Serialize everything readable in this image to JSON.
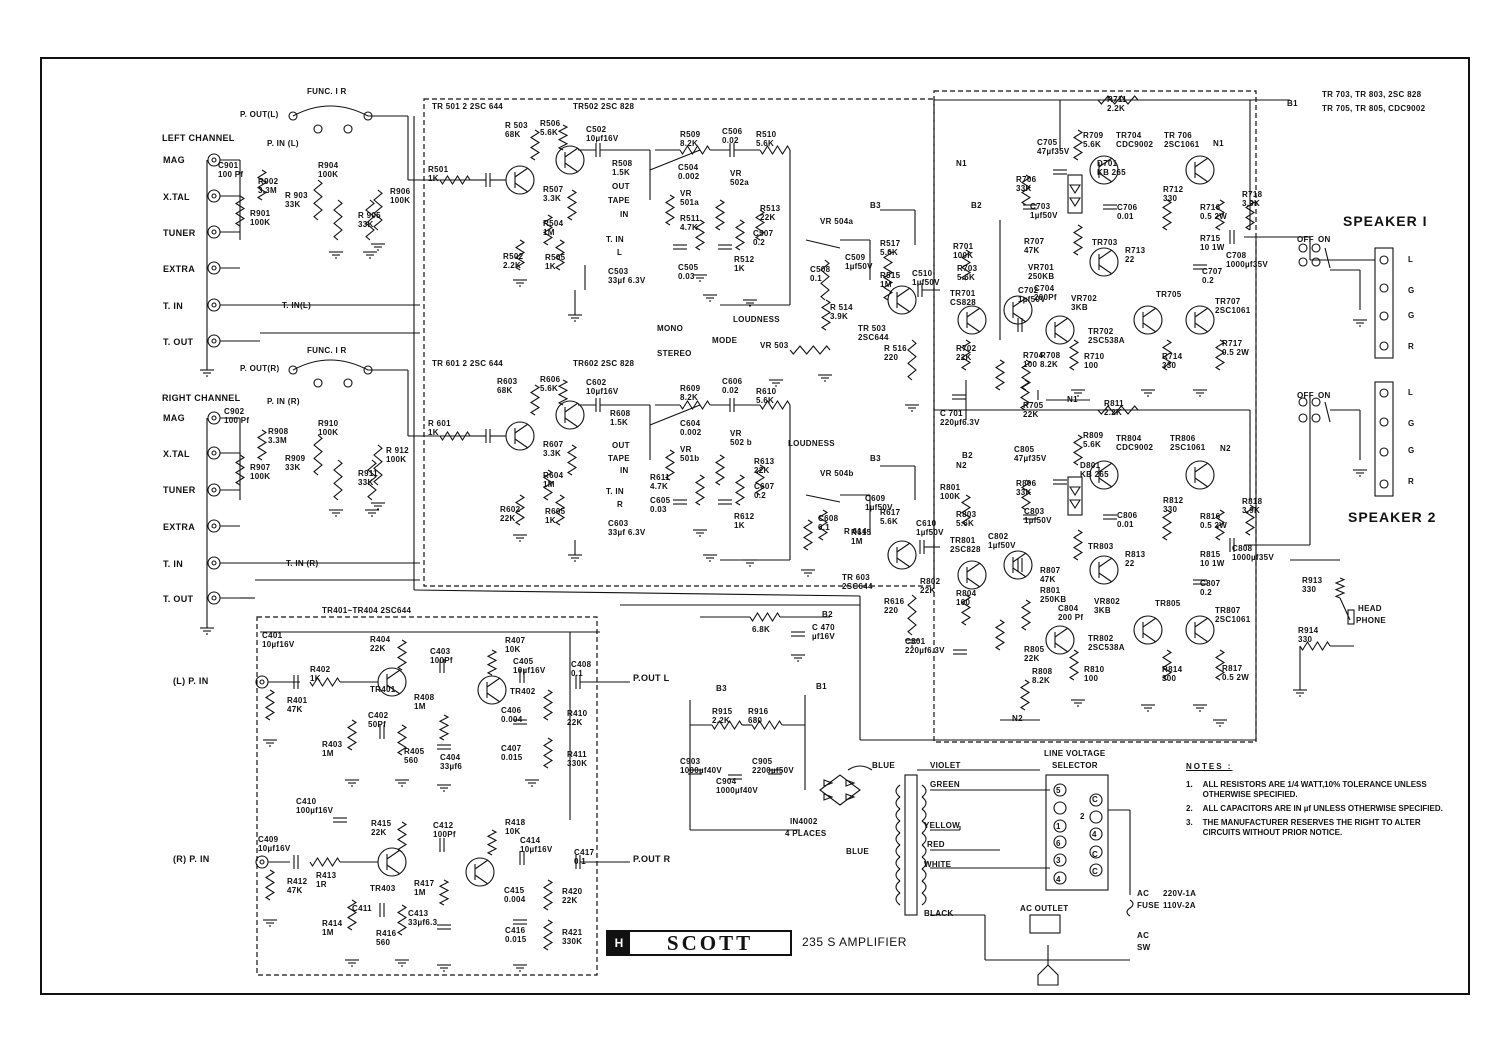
{
  "title": {
    "brand": "SCOTT",
    "brand_mark": "H",
    "model": "235 S  AMPLIFIER"
  },
  "transistor_note": {
    "line1": "TR 703, TR 803, 2SC 828",
    "line2": "TR 705, TR 805, CDC9002"
  },
  "speakers": {
    "speaker1": "SPEAKER  I",
    "speaker2": "SPEAKER  2",
    "terminals": [
      "L",
      "G",
      "G",
      "R"
    ],
    "off": "OFF",
    "on": "ON"
  },
  "headphone": {
    "label1": "HEAD",
    "label2": "PHONE"
  },
  "left_inputs": {
    "heading": "LEFT CHANNEL",
    "items": [
      "MAG",
      "X.TAL",
      "TUNER",
      "EXTRA",
      "T. IN",
      "T. OUT"
    ]
  },
  "right_inputs": {
    "heading": "RIGHT CHANNEL",
    "items": [
      "MAG",
      "X.TAL",
      "TUNER",
      "EXTRA",
      "T. IN",
      "T. OUT"
    ]
  },
  "func_labels": {
    "left": "FUNC. I R",
    "right": "FUNC. I R",
    "pout_l": "P. OUT(L)",
    "pout_r": "P. OUT(R)",
    "pin_l": "P. IN (L)",
    "pin_r": "P. IN (R)",
    "tin_l": "T. IN(L)",
    "tin_r": "T. IN (R)"
  },
  "mode": {
    "mono": "MONO",
    "stereo": "STEREO",
    "mode": "MODE"
  },
  "loudness": "LOUDNESS",
  "tape": {
    "out": "OUT",
    "tape": "TAPE",
    "in": "IN",
    "tin": "T. IN",
    "l": "L",
    "r": "R"
  },
  "sections": {
    "tr501": "TR 501 2  2SC 644",
    "tr502": "TR502 2SC 828",
    "tr601": "TR 601 2  2SC 644",
    "tr602": "TR602 2SC 828",
    "tr401": "TR401~TR404  2SC644"
  },
  "phono": {
    "lpin": "(L)  P. IN",
    "rpin": "(R)  P. IN",
    "lpout": "P.OUT L",
    "rpout": "P.OUT R"
  },
  "supply": {
    "b1": "B1",
    "b2": "B2",
    "b3": "B3",
    "n1": "N1",
    "n2": "N2",
    "diodes": "IN4002",
    "places": "4 PLACES",
    "ac_outlet": "AC OUTLET",
    "fuse": "FUSE",
    "fuse_220": "220V-1A",
    "fuse_110": "110V-2A",
    "ac": "AC",
    "sw": "SW"
  },
  "transformer": {
    "blue": "BLUE",
    "violet": "VIOLET",
    "green": "GREEN",
    "yellow": "YELLOW",
    "red": "RED",
    "white": "WHITE",
    "black": "BLACK"
  },
  "line_voltage": {
    "title1": "LINE VOLTAGE",
    "title2": "SELECTOR",
    "pins": [
      "5",
      "2",
      "1",
      "6",
      "3",
      "4"
    ],
    "c": "C"
  },
  "notes": {
    "heading": "NOTES :",
    "items": [
      {
        "n": "1.",
        "text": "ALL RESISTORS ARE 1/4 WATT,10% TOLERANCE UNLESS OTHERWISE SPECIFIED."
      },
      {
        "n": "2.",
        "text": "ALL CAPACITORS ARE IN µf UNLESS OTHERWISE SPECIFIED."
      },
      {
        "n": "3.",
        "text": "THE MANUFACTURER RESERVES THE RIGHT TO ALTER CIRCUITS WITHOUT PRIOR NOTICE."
      }
    ]
  },
  "components": {
    "r902": "R902\n3.3M",
    "r904": "R904\n100K",
    "r903": "R 903\n33K",
    "r905": "R 905\n33K",
    "r906": "R906\n100K",
    "r901": "R901\n100K",
    "c901": "C901\n100 Pf",
    "r908": "R908\n3.3M",
    "r910": "R910\n100K",
    "r909": "R909\n33K",
    "r911": "R911\n33K",
    "r912": "R 912\n100K",
    "r907": "R907\n100K",
    "c902": "C902\n100 Pf",
    "r501": "R501\n1K",
    "r503": "R 503\n68K",
    "r506": "R506\n5.6K",
    "r507": "R507\n3.3K",
    "r504": "R504\n1M",
    "r502": "R502\n2.2K",
    "r505": "R505\n1K",
    "c502": "C502\n10µf16V",
    "c503": "C503\n33µf 6.3V",
    "r508": "R508\n1.5K",
    "r601": "R 601\n1K",
    "r603": "R603\n68K",
    "r606": "R606\n5.6K",
    "r607": "R607\n3.3K",
    "r604": "R604\n1M",
    "r602": "R602\n22K",
    "r605": "R605\n1K",
    "c602": "C602\n10µf16V",
    "c603": "C603\n33µf 6.3V",
    "r608": "R608\n1.5K",
    "r509": "R509\n8.2K",
    "c506": "C506\n0.02",
    "r510": "R510\n5.6K",
    "c504": "C504\n0.002",
    "vr501a": "VR\n501a",
    "r511": "R511\n4.7K",
    "c505": "C505\n0.03",
    "vr502a": "VR\n502a",
    "r513": "R513\n22K",
    "c507": "C507\n0.2",
    "r512": "R512\n1K",
    "r609": "R609\n8.2K",
    "c606": "C606\n0.02",
    "r610": "R610\n5.6K",
    "c604": "C604\n0.002",
    "vr501b": "VR\n501b",
    "r611": "R611\n4.7K",
    "c605": "C605\n0.03",
    "vr502b": "VR\n502 b",
    "r613": "R613\n22K",
    "c607": "C607\n0.2",
    "r612": "R612\n1K",
    "vr504a": "VR 504a",
    "c508": "C508\n0.1",
    "c509": "C509\n1µf50V",
    "r514": "R 514\n3.9K",
    "vr503": "VR 503",
    "vr504b": "VR 504b",
    "c608": "C608\n0.1",
    "c609": "C609\n1µf50V",
    "r614": "R 614",
    "r517": "R517\n5.6K",
    "r515": "R515\n1M",
    "c510": "C510\n1µf50V",
    "tr503": "TR 503\n2SC644",
    "r516": "R 516\n220",
    "r617": "R617\n5.6K",
    "r615": "R615\n1M",
    "c610": "C610\n1µf50V",
    "tr603": "TR 603\n2SC644",
    "r616": "R616\n220",
    "r711": "R711\n2.2K",
    "r709": "R709\n5.6K",
    "tr704": "TR704\nCDC9002",
    "tr706": "TR 706\n2SC1061",
    "c705": "C705\n47µf35V",
    "r706": "R706\n33K",
    "d701": "D701\nKB 265",
    "c706": "C706\n0.01",
    "r712": "R712\n330",
    "r716": "R716\n0.5 2W",
    "r718": "R718\n3.9K",
    "c703": "C703\n1µf50V",
    "r701": "R701\n100K",
    "r703": "R703\n5.6K",
    "r707": "R707\n47K",
    "tr703": "TR703",
    "r713": "R713\n22",
    "r715": "R715\n10 1W",
    "c708": "C708\n1000µf35V",
    "vr701": "VR701\n250KB",
    "c704": "C704\n200Pf",
    "vr702": "VR702\n3KB",
    "c707": "C707\n0.2",
    "tr705": "TR705",
    "tr707": "TR707\n2SC1061",
    "tr701": "TR701\nCS828",
    "c702": "C702\n1µf50V",
    "tr702": "TR702\n2SC538A",
    "r702": "R702\n22K",
    "r704": "R704\n100",
    "r708": "R708\n8.2K",
    "r710": "R710\n100",
    "r714": "R714\n330",
    "r717": "R717\n0.5 2W",
    "c701": "C 701\n220µf6.3V",
    "r705": "R705\n22K",
    "r811": "R811\n2.2K",
    "r809": "R809\n5.6K",
    "tr804": "TR804\nCDC9002",
    "tr806": "TR806\n2SC1061",
    "c805": "C805\n47µf35V",
    "r806": "R806\n33K",
    "d801": "D801\nKB 265",
    "c806": "C806\n0.01",
    "r812": "R812\n330",
    "r816": "R816\n0.5 2W",
    "r818": "R818\n3.9K",
    "c803": "C803\n1µf50V",
    "r801": "R801\n100K",
    "r803": "R803\n5.6K",
    "r807": "R807\n47K",
    "tr803": "TR803",
    "r813": "R813\n22",
    "r815": "R815\n10 1W",
    "c808": "C808\n1000µf35V",
    "vr801": "R801\n250KB",
    "c804": "C804\n200 Pf",
    "vr802": "VR802\n3KB",
    "c807": "C807\n0.2",
    "tr805": "TR805",
    "tr807": "TR807\n2SC1061",
    "tr801": "TR801\n2SC828",
    "c802": "C802\n1µf50V",
    "tr802": "TR802\n2SC538A",
    "r802": "R802\n22K",
    "r804": "R804\n100",
    "r808": "R808\n8.2K",
    "r810": "R810\n100",
    "r814": "R814\n300",
    "r817": "R817\n0.5 2W",
    "c801": "C801\n220µf6.3V",
    "r805": "R805\n22K",
    "r913": "R913\n330",
    "r914": "R914\n330",
    "c401": "C401\n10µf16V",
    "r402": "R402\n1K",
    "r401": "R401\n47K",
    "r404": "R404\n22K",
    "tr401": "TR401",
    "c403": "C403\n100Pf",
    "c402": "C402\n50Pf",
    "r408": "R408\n1M",
    "r403": "R403\n1M",
    "r405": "R405\n560",
    "c404": "C404\n33µf6",
    "r407": "R407\n10K",
    "c405": "C405\n10µf16V",
    "tr402": "TR402",
    "c406": "C406\n0.004",
    "c407": "C407\n0.015",
    "r410": "R410\n22K",
    "r411": "R411\n330K",
    "c408": "C408\n0.1",
    "c410": "C410\n100µf16V",
    "c409": "C409\n10µf16V",
    "r413": "R413\n1R",
    "r412": "R412\n47K",
    "r415": "R415\n22K",
    "tr403": "TR403",
    "c412": "C412\n100Pf",
    "c411": "C411",
    "r417": "R417\n1M",
    "c413": "C413\n33µf6.3",
    "r414": "R414\n1M",
    "r416": "R416\n560",
    "r418": "R418\n10K",
    "c414": "C414\n10µf16V",
    "c415": "C415\n0.004",
    "c416": "C416\n0.015",
    "r420": "R420\n22K",
    "r421": "R421\n330K",
    "c417": "C417\n0.1",
    "r_68k": "6.8K",
    "c470": "C 470\nµf16V",
    "r915": "R915\n2.2K",
    "r916": "R916\n680",
    "c903": "C903\n1000µf40V",
    "c904": "C904\n1000µf40V",
    "c905": "C905\n2200µf50V"
  }
}
